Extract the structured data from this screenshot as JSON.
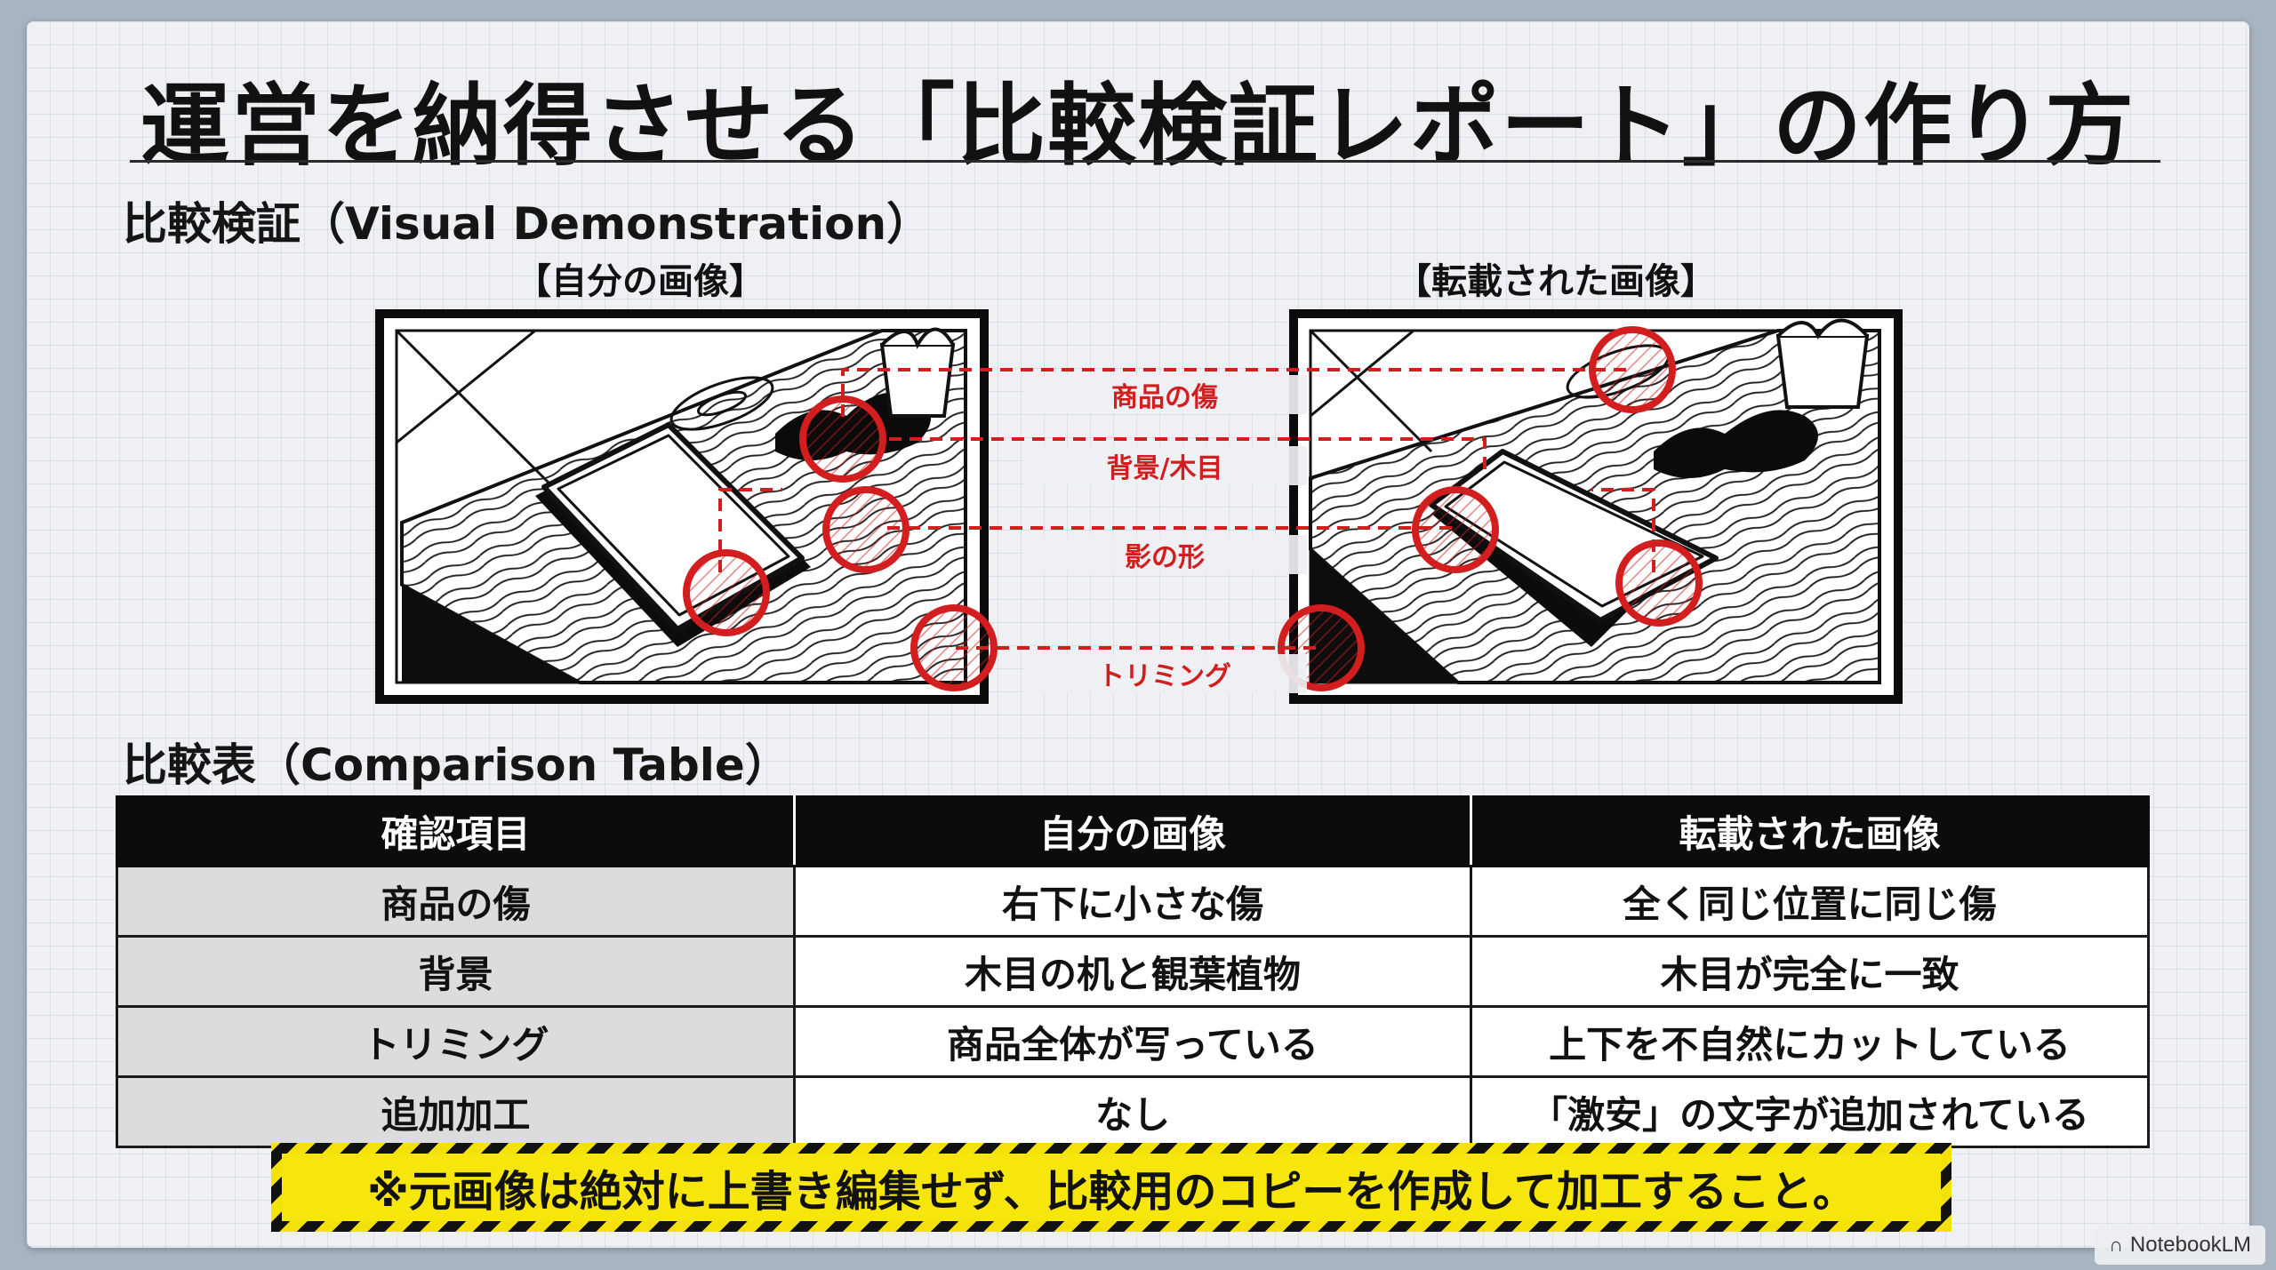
{
  "title": "運営を納得させる「比較検証レポート」の作り方",
  "visual_section": {
    "heading": "比較検証（Visual Demonstration）",
    "left_caption": "【自分の画像】",
    "right_caption": "【転載された画像】",
    "labels": [
      "商品の傷",
      "背景/木目",
      "影の形",
      "トリミング"
    ]
  },
  "table_section": {
    "heading": "比較表（Comparison Table）",
    "headers": [
      "確認項目",
      "自分の画像",
      "転載された画像"
    ],
    "rows": [
      [
        "商品の傷",
        "右下に小さな傷",
        "全く同じ位置に同じ傷"
      ],
      [
        "背景",
        "木目の机と観葉植物",
        "木目が完全に一致"
      ],
      [
        "トリミング",
        "商品全体が写っている",
        "上下を不自然にカットしている"
      ],
      [
        "追加加工",
        "なし",
        "「激安」の文字が追加されている"
      ]
    ]
  },
  "caution": "※元画像は絶対に上書き編集せず、比較用のコピーを作成して加工すること。",
  "brand": "NotebookLM",
  "colors": {
    "accent_red": "#d21e1e",
    "caution_yellow": "#f7e60c",
    "ink": "#111111"
  }
}
